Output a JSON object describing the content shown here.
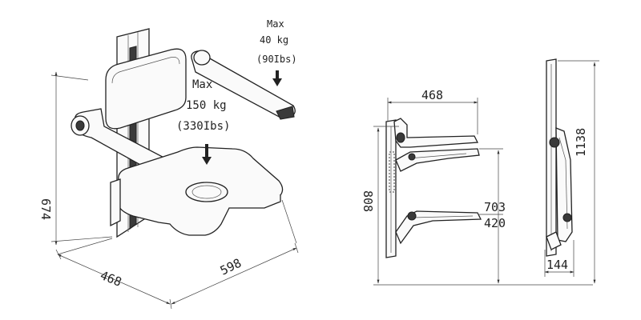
{
  "iso_view": {
    "dim_depth": "468",
    "dim_width": "598",
    "dim_height": "674",
    "max_backrest_label": "Max",
    "max_backrest_kg": "40 kg",
    "max_backrest_lbs": "(90Ibs)",
    "max_seat_label": "Max",
    "max_seat_kg": "150 kg",
    "max_seat_lbs": "(330Ibs)"
  },
  "side_view": {
    "dim_depth": "468",
    "dim_total_height": "808",
    "dim_seat_height_1": "703",
    "dim_seat_height_2": "420"
  },
  "folded_view": {
    "dim_height": "1138",
    "dim_depth": "144"
  }
}
